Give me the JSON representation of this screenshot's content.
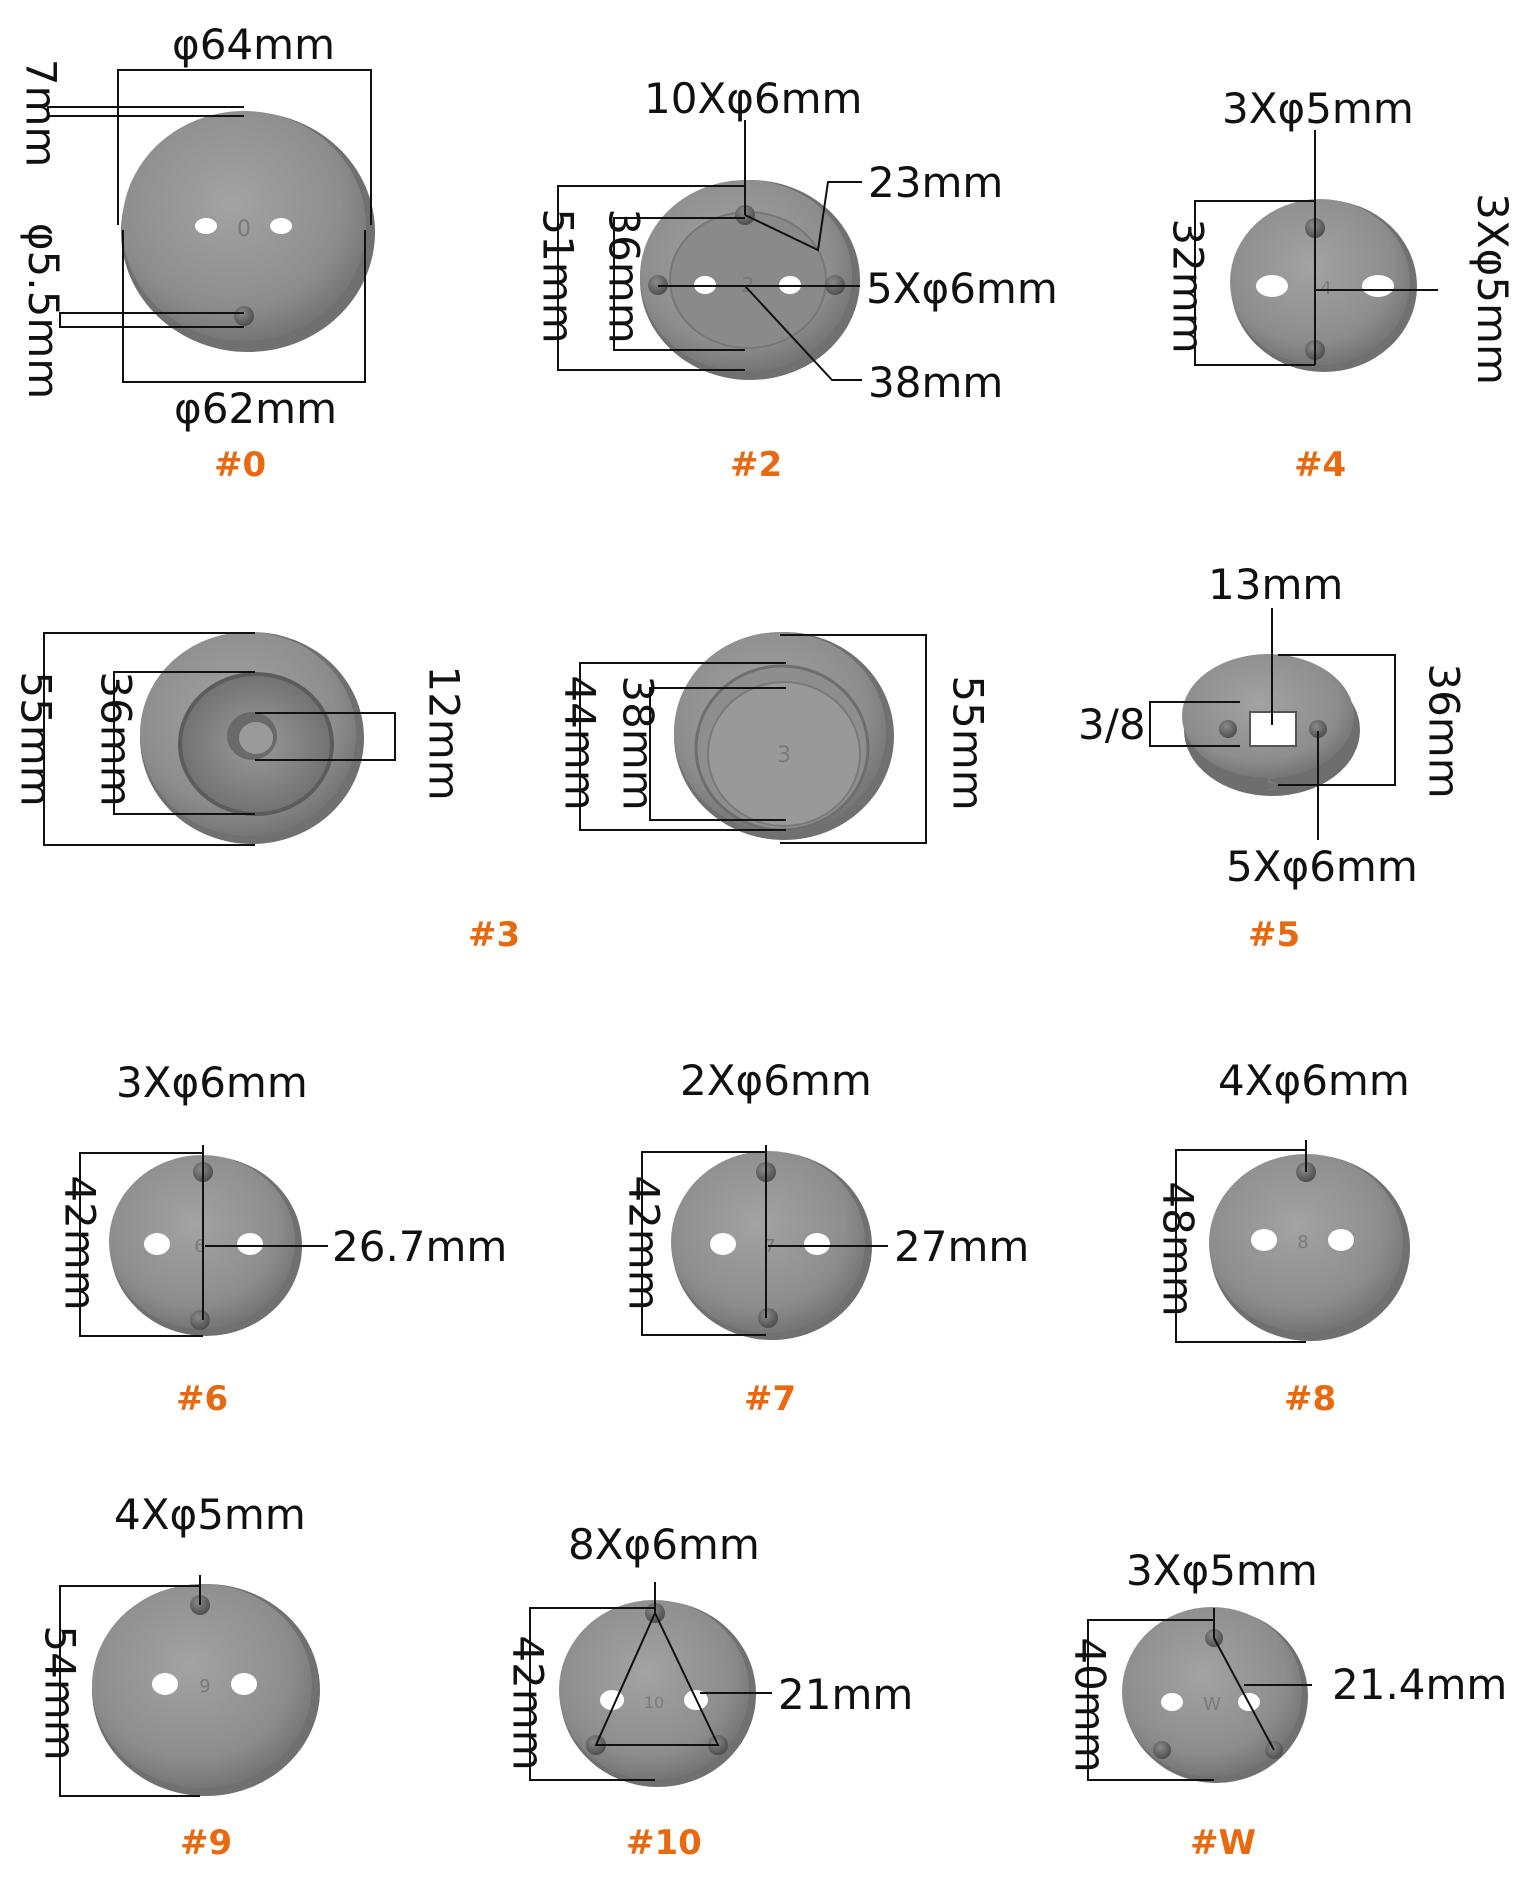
{
  "colors": {
    "label": "#e86a10",
    "disc": "#8f8f8f",
    "disc_edge": "#6b6b6b",
    "line": "#111111"
  },
  "parts": {
    "p0": {
      "label": "#0",
      "d1": "φ64mm",
      "d2": "7mm",
      "d3": "φ5.5mm",
      "d4": "φ62mm",
      "engraving": "0"
    },
    "p2": {
      "label": "#2",
      "d1": "10Xφ6mm",
      "d2": "23mm",
      "d3": "51mm",
      "d4": "36mm",
      "d5": "5Xφ6mm",
      "d6": "38mm",
      "engraving": "2"
    },
    "p4": {
      "label": "#4",
      "d1": "3Xφ5mm",
      "d2": "32mm",
      "d3": "3Xφ5mm",
      "engraving": "4"
    },
    "p3": {
      "label": "#3",
      "d1": "55mm",
      "d2": "36mm",
      "d3": "12mm",
      "d4": "44mm",
      "d5": "38mm",
      "d6": "55mm",
      "engraving": "3"
    },
    "p5": {
      "label": "#5",
      "d1": "13mm",
      "d2": "3/8",
      "d3": "36mm",
      "d4": "5Xφ6mm",
      "engraving": "5"
    },
    "p6": {
      "label": "#6",
      "d1": "3Xφ6mm",
      "d2": "42mm",
      "d3": "26.7mm",
      "engraving": "6"
    },
    "p7": {
      "label": "#7",
      "d1": "2Xφ6mm",
      "d2": "42mm",
      "d3": "27mm",
      "engraving": "7"
    },
    "p8": {
      "label": "#8",
      "d1": "4Xφ6mm",
      "d2": "48mm",
      "engraving": "8"
    },
    "p9": {
      "label": "#9",
      "d1": "4Xφ5mm",
      "d2": "54mm",
      "engraving": "9"
    },
    "p10": {
      "label": "#10",
      "d1": "8Xφ6mm",
      "d2": "42mm",
      "d3": "21mm",
      "engraving": "10"
    },
    "pW": {
      "label": "#W",
      "d1": "3Xφ5mm",
      "d2": "40mm",
      "d3": "21.4mm",
      "engraving": "W"
    }
  }
}
